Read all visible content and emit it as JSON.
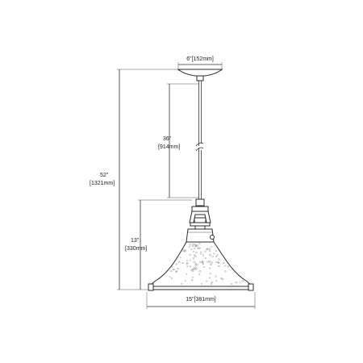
{
  "dimensions": {
    "canopy_width": "6\"[152mm]",
    "stem_length_in": "36\"",
    "stem_length_mm": "[914mm]",
    "overall_height_in": "52\"",
    "overall_height_mm": "[1321mm]",
    "shade_height_in": "13\"",
    "shade_height_mm": "[330mm]",
    "shade_width": "15\"[381mm]"
  }
}
